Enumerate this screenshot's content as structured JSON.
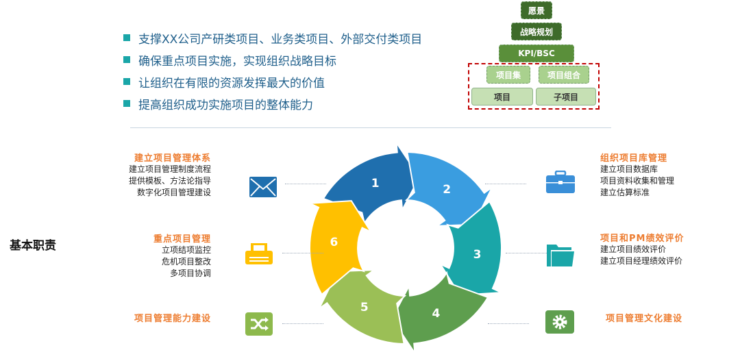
{
  "bullets": [
    "支撑XX公司产研类项目、业务类项目、外部交付类项目",
    "确保重点项目实施，实现组织战略目标",
    "让组织在有限的资源发挥最大的价值",
    "提高组织成功实施项目的整体能力"
  ],
  "pyramid": {
    "vision": "愿景",
    "strategy": "战略规划",
    "kpi": "KPI/BSC",
    "program": "项目集",
    "portfolio": "项目组合",
    "project": "项目",
    "subproject": "子项目"
  },
  "side_title": "基本职责",
  "cycle": {
    "steps": [
      "1",
      "2",
      "3",
      "4",
      "5",
      "6"
    ],
    "colors": [
      "#1f6fae",
      "#3a9de0",
      "#1aa6a8",
      "#5e9e4e",
      "#9bbf56",
      "#ffc000"
    ]
  },
  "left": [
    {
      "title": "建立项目管理体系",
      "lines": [
        "建立项目管理制度流程",
        "提供模板、方法论指导",
        "数字化项目管理建设"
      ]
    },
    {
      "title": "重点项目管理",
      "lines": [
        "立项结项监控",
        "危机项目整改",
        "多项目协调"
      ]
    },
    {
      "title": "项目管理能力建设",
      "lines": []
    }
  ],
  "right": [
    {
      "title": "组织项目库管理",
      "lines": [
        "建立项目数据库",
        "项目资料收集和管理",
        "建立估算标准"
      ]
    },
    {
      "title": "项目和PM绩效评价",
      "lines": [
        "建立项目绩效评价",
        "建立项目经理绩效评价"
      ]
    },
    {
      "title": "项目管理文化建设",
      "lines": []
    }
  ]
}
